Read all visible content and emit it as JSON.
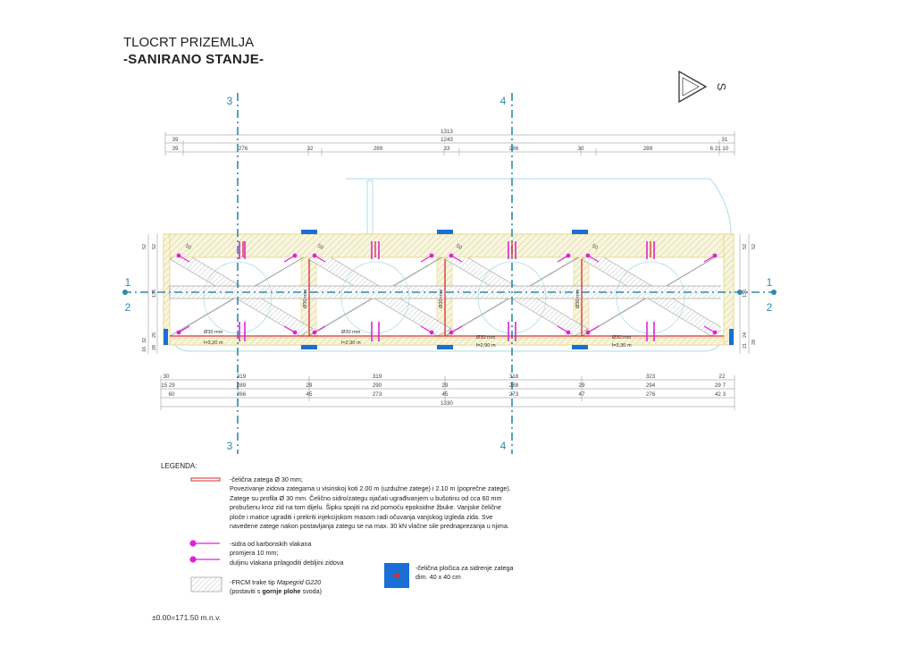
{
  "header": {
    "title": "TLOCRT PRIZEMLJA",
    "subtitle": "-SANIRANO STANJE-"
  },
  "north": {
    "label": "S"
  },
  "axes": {
    "a3": "3",
    "a4": "4",
    "s1": "1",
    "s2": "2"
  },
  "dims": {
    "top_total": "1313",
    "top_row2": [
      "39",
      "1243",
      "31"
    ],
    "top_row3": [
      "39",
      "276",
      "32",
      "289",
      "33",
      "286",
      "30",
      "289",
      "6 21 10"
    ],
    "bot_row1": [
      "30",
      "319",
      "319",
      "318",
      "323",
      "22"
    ],
    "bot_row2": [
      "15 29",
      "289",
      "29",
      "290",
      "29",
      "288",
      "29",
      "294",
      "29 7"
    ],
    "bot_row3": [
      "60",
      "266",
      "45",
      "273",
      "45",
      "273",
      "47",
      "276",
      "42 3"
    ],
    "bot_total": "1330",
    "left_side": [
      "52",
      "52",
      "136",
      "25",
      "32",
      "28",
      "16"
    ],
    "right_side": [
      "52",
      "52",
      "136",
      "24",
      "28",
      "21"
    ],
    "diag": "50"
  },
  "ties": [
    {
      "d": "Ø30 mm",
      "l": "l=3,20 m"
    },
    {
      "d": "Ø30 mm",
      "l": "l=2,90 m"
    },
    {
      "d": "Ø30 mm",
      "l": "l=2,90 m"
    },
    {
      "d": "Ø30 mm",
      "l": "l=3,30 m"
    }
  ],
  "cross_tie": "Ø30 mm",
  "legend": {
    "heading": "LEGENDA:",
    "tie_title": "-čelična zatega Ø 30 mm;",
    "tie_lines": [
      "Povezivanje zidova zategama u visinskoj koti 2.00 m (uzdužne zatege) i 2.10 m (poprečne zatege).",
      "Zatege su profila Ø 30 mm. Čelično sidro/zategu ojačati ugrađivanjem u bušotinu od cca 60 mm",
      "probušenu kroz zid na tom dijelu. Šipku spojiti na zid pomoću epoksidne žbuke. Vanjske čelične",
      "ploče i matice ugraditi i prekriti injekcijskom masom radi očuvanja vanjskog izgleda zida. Sve",
      "navedene zatege nakon postavljanja zategu se na max. 30 kN vlačne sile prednaprezanja u njima."
    ],
    "anchor_lines": [
      "-sidra od karbonskih vlakana",
      "promjera 10 mm;",
      "duljinu vlakana prilagoditi debljini zidova"
    ],
    "frcm_line1": "-FRCM trake tip ",
    "frcm_product": "Mapegrid G220",
    "frcm_line2_a": "(postaviti s ",
    "frcm_line2_b": "gornje plohe",
    "frcm_line2_c": " svoda)",
    "plate_lines": [
      "-čelična pločica za sidrenje zatega",
      "dim. 40 x 40 cm"
    ]
  },
  "elevation": "±0.00=171.50 m.n.v.",
  "colors": {
    "tie": "#d62d2d",
    "anchor": "#e020d8",
    "plate": "#1a6fd6",
    "axis": "#2e8aa8",
    "wall": "#e6d57a"
  }
}
